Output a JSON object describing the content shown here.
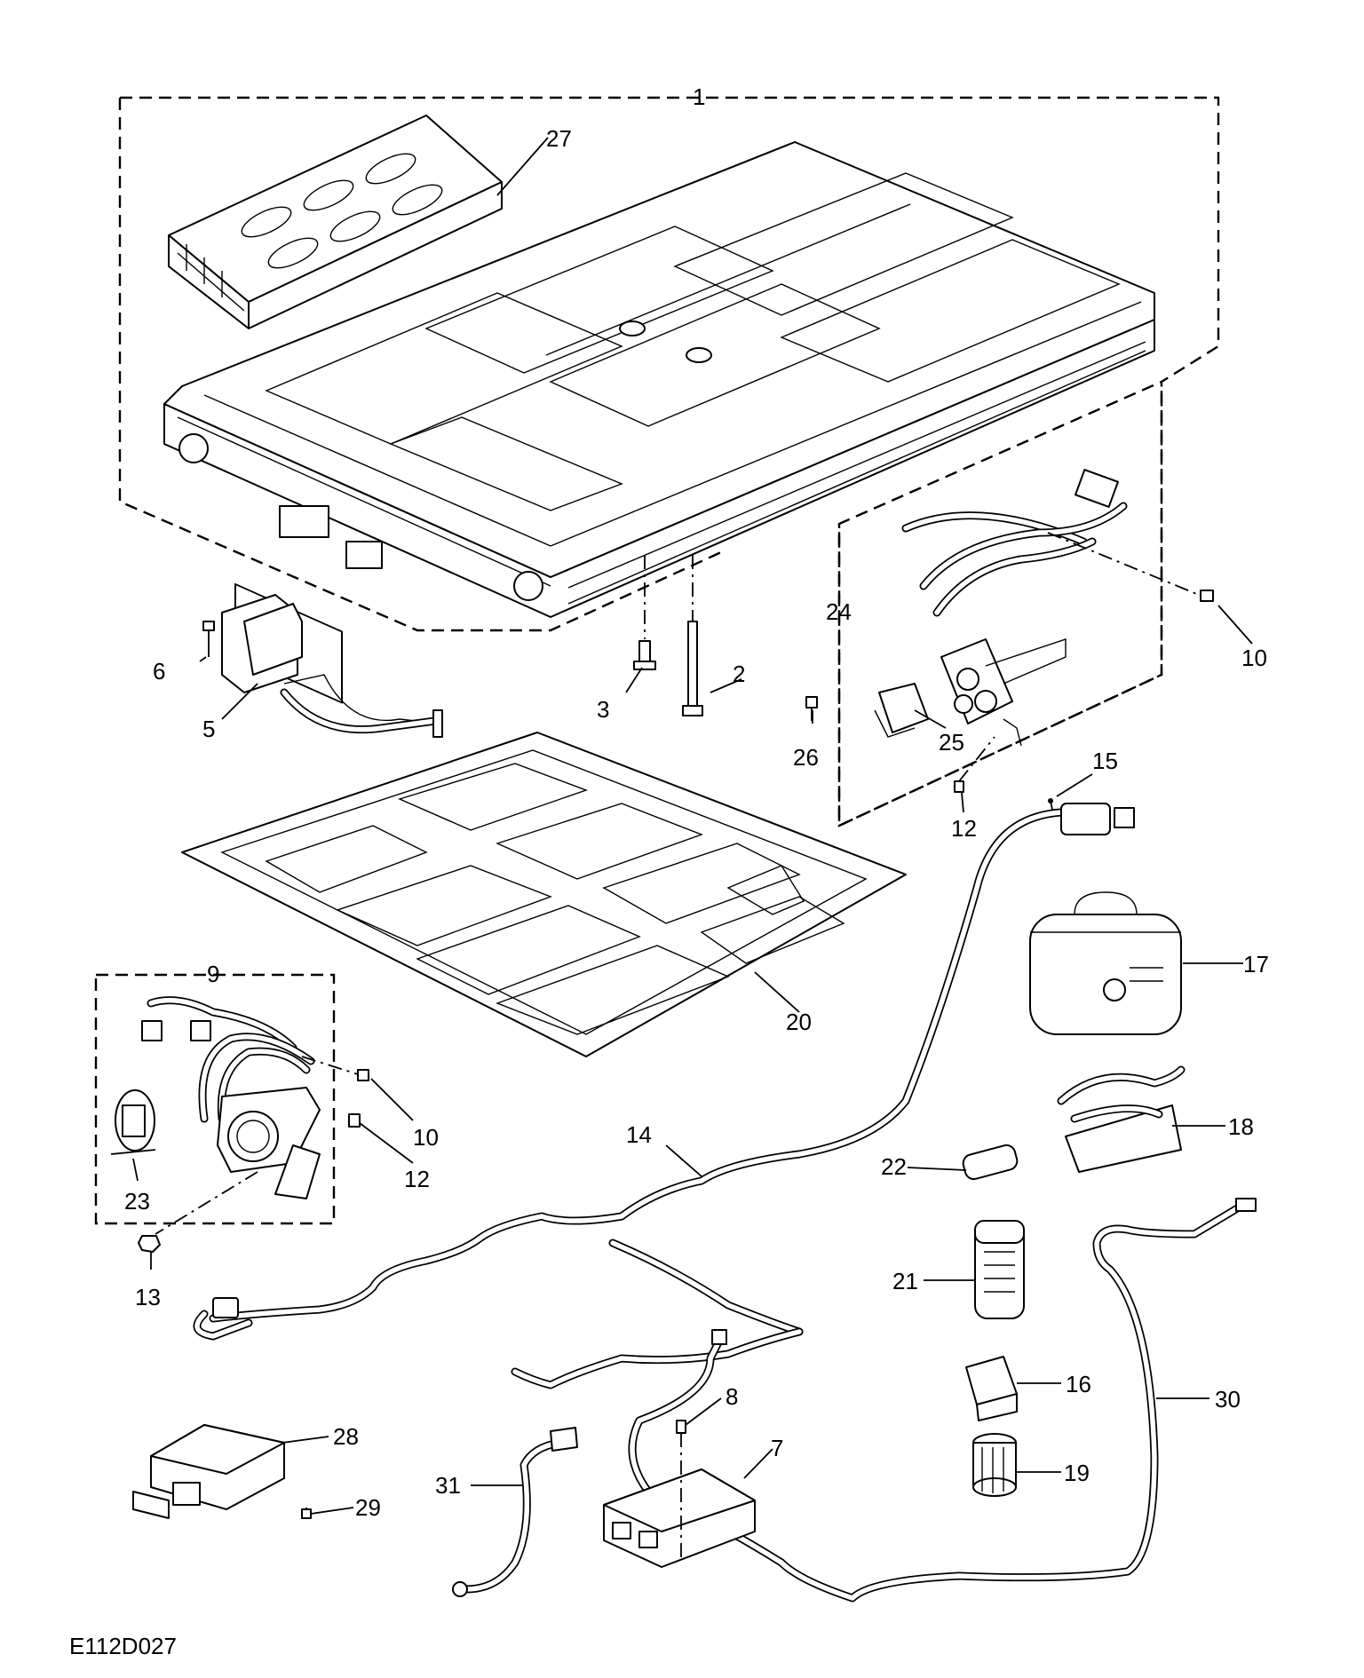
{
  "diagram_code": "E112D027",
  "callouts": {
    "c1": "1",
    "c2": "2",
    "c3": "3",
    "c5": "5",
    "c6": "6",
    "c7": "7",
    "c8": "8",
    "c9": "9",
    "c10a": "10",
    "c10b": "10",
    "c12a": "12",
    "c12b": "12",
    "c13": "13",
    "c14": "14",
    "c15": "15",
    "c16": "16",
    "c17": "17",
    "c18": "18",
    "c19": "19",
    "c20": "20",
    "c21": "21",
    "c22": "22",
    "c23": "23",
    "c24": "24",
    "c25": "25",
    "c26": "26",
    "c27": "27",
    "c28": "28",
    "c29": "29",
    "c30": "30",
    "c31": "31"
  },
  "icons": {
    "battery-pack": "battery-pack-icon",
    "bms-module": "bms-module-icon",
    "harness": "harness-icon",
    "bolt": "bolt-icon"
  }
}
